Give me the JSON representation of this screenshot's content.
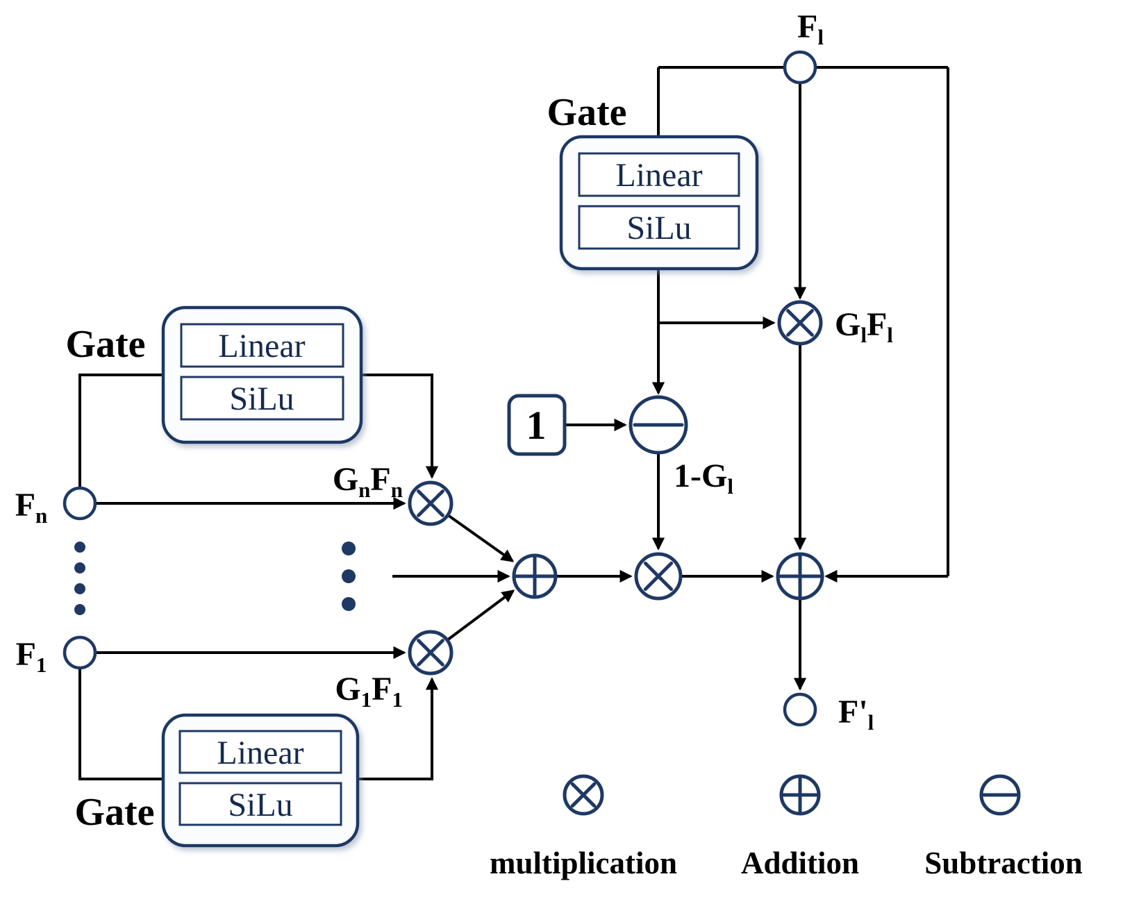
{
  "colors": {
    "node_stroke": "#1f3864",
    "line": "#000000",
    "box_fill": "#fbfcfe",
    "text": "#000000"
  },
  "gates": {
    "top": {
      "label": "Gate",
      "linear": "Linear",
      "silu": "SiLu"
    },
    "left_top": {
      "label": "Gate",
      "linear": "Linear",
      "silu": "SiLu"
    },
    "left_bottom": {
      "label": "Gate",
      "linear": "Linear",
      "silu": "SiLu"
    }
  },
  "labels": {
    "f_l": {
      "main": "F",
      "sub": "l"
    },
    "f_n": {
      "main": "F",
      "sub": "n"
    },
    "f_1": {
      "main": "F",
      "sub": "1"
    },
    "g_l_f_l": {
      "g": "G",
      "g_sub": "l",
      "f": "F",
      "f_sub": "l"
    },
    "g_n_f_n": {
      "g": "G",
      "g_sub": "n",
      "f": "F",
      "f_sub": "n"
    },
    "g_1_f_1": {
      "g": "G",
      "g_sub": "1",
      "f": "F",
      "f_sub": "1"
    },
    "one": "1",
    "one_minus_g": {
      "main": "1-G",
      "sub": "l"
    },
    "f_prime_l": {
      "main": "F'",
      "sub": "l"
    }
  },
  "legend": {
    "multiplication": "multiplication",
    "addition": "Addition",
    "subtraction": "Subtraction"
  }
}
